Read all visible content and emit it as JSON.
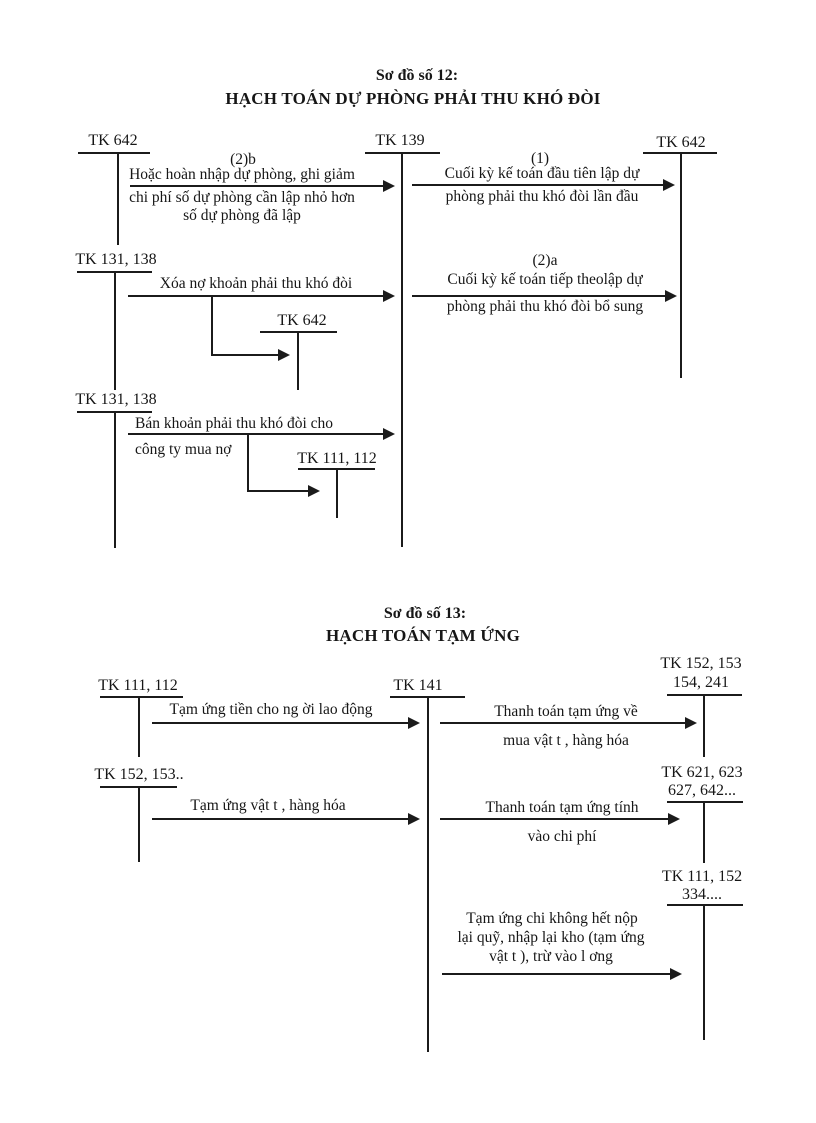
{
  "page": {
    "background": "#ffffff",
    "ink": "#1b1b1b"
  },
  "d12": {
    "title1": "Sơ đồ số 12:",
    "title2": "HẠCH TOÁN DỰ PHÒNG PHẢI THU KHÓ ĐÒI",
    "acc_642_left": "TK 642",
    "acc_139": "TK 139",
    "acc_642_right": "TK 642",
    "acc_131_138_a": "TK 131, 138",
    "acc_642_small": "TK 642",
    "acc_131_138_b": "TK 131, 138",
    "acc_111_112_small": "TK 111, 112",
    "flow_2b_label": "(2)b",
    "flow_2b_line1": "Hoặc hoàn nhập dự phòng, ghi giảm",
    "flow_2b_line2": "chi phí số dự phòng cần lập nhỏ hơn",
    "flow_2b_line3": "số dự phòng đã lập",
    "flow_1_label": "(1)",
    "flow_1_line1": "Cuối kỳ kế toán đầu tiên lập dự",
    "flow_1_line2": "phòng phải thu khó đòi lần đầu",
    "flow_xoano": "Xóa nợ khoản phải thu khó đòi",
    "flow_2a_label": "(2)a",
    "flow_2a_line1": "Cuối kỳ kế toán tiếp theolập dự",
    "flow_2a_line2": "phòng phải thu khó đòi bổ sung",
    "flow_ban_line1": "Bán khoản phải thu khó đòi cho",
    "flow_ban_line2": "công ty mua nợ"
  },
  "d13": {
    "title1": "Sơ đồ số 13:",
    "title2": "HẠCH TOÁN TẠM ỨNG",
    "acc_111_112": "TK 111, 112",
    "acc_141": "TK 141",
    "acc_152_l1": "TK 152, 153",
    "acc_152_l2": "154, 241",
    "acc_152_153dd": "TK 152, 153..",
    "acc_621_l1": "TK 621, 623",
    "acc_621_l2": "627, 642...",
    "acc_111_152_l1": "TK 111, 152",
    "acc_111_152_l2": "334....",
    "flow_tamung_nld": "Tạm ứng tiền cho ng ời lao động",
    "flow_tt_ve_1": "Thanh toán tạm ứng về",
    "flow_tt_ve_2": "mua vật t , hàng hóa",
    "flow_tamung_vattu": "Tạm ứng vật t , hàng hóa",
    "flow_tt_tinh_1": "Thanh toán tạm ứng tính",
    "flow_tt_tinh_2": "vào chi phí",
    "flow_hoannop_1": "Tạm ứng chi không hết nộp",
    "flow_hoannop_2": "lại quỹ, nhập lại kho (tạm ứng",
    "flow_hoannop_3": "vật t ), trừ vào l ơng"
  }
}
